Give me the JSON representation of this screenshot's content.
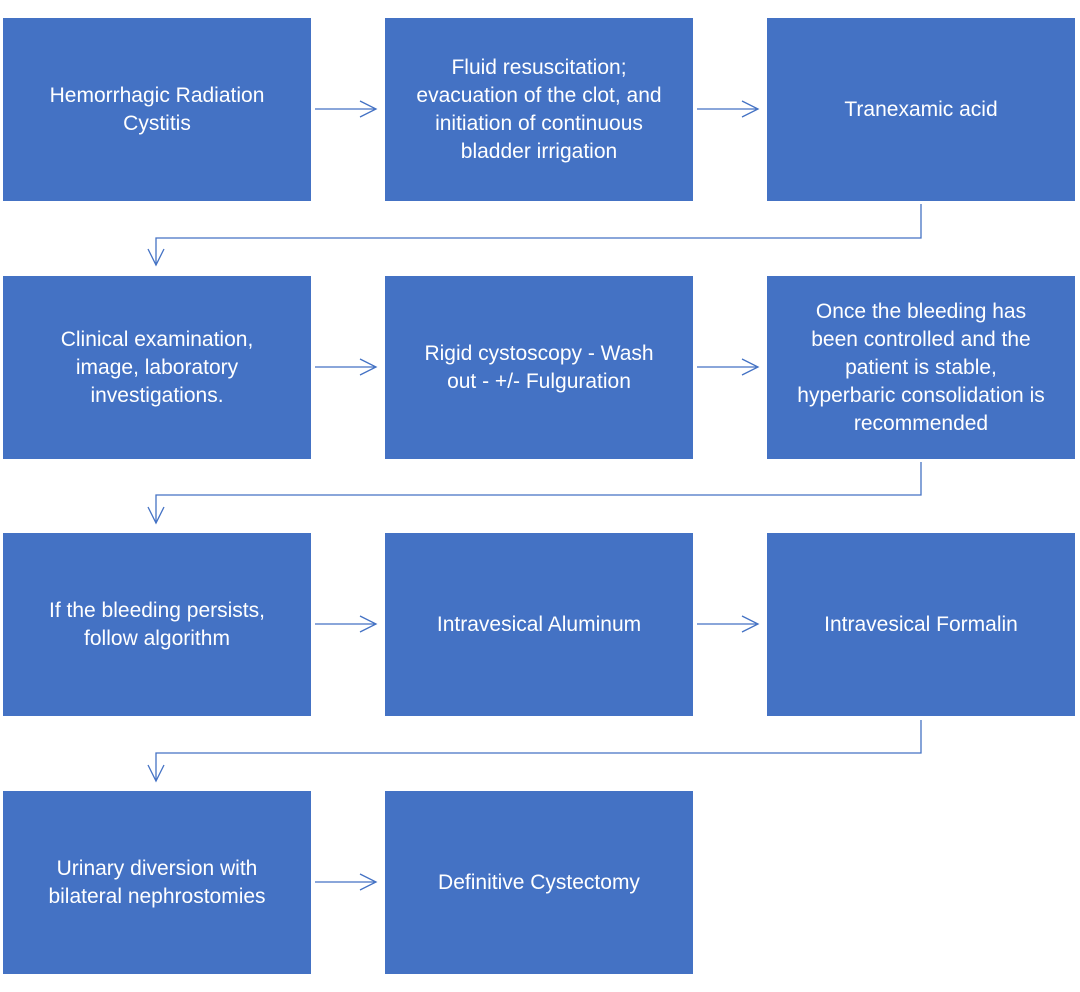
{
  "flowchart": {
    "steps": [
      {
        "id": "hemorrhagic-radiation-cystitis",
        "label": "Hemorrhagic Radiation\nCystitis"
      },
      {
        "id": "fluid-resuscitation",
        "label": "Fluid resuscitation;\nevacuation of the clot, and\ninitiation of continuous\nbladder irrigation"
      },
      {
        "id": "tranexamic-acid",
        "label": "Tranexamic acid"
      },
      {
        "id": "clinical-examination",
        "label": "Clinical examination,\nimage, laboratory\ninvestigations."
      },
      {
        "id": "rigid-cystoscopy",
        "label": "Rigid cystoscopy - Wash\nout - +/- Fulguration"
      },
      {
        "id": "hyperbaric-consolidation",
        "label": "Once the bleeding has\nbeen controlled and the\npatient is stable,\nhyperbaric consolidation is\nrecommended"
      },
      {
        "id": "bleeding-persists",
        "label": "If the bleeding persists,\nfollow algorithm"
      },
      {
        "id": "intravesical-aluminum",
        "label": "Intravesical Aluminum"
      },
      {
        "id": "intravesical-formalin",
        "label": "Intravesical Formalin"
      },
      {
        "id": "urinary-diversion",
        "label": "Urinary diversion with\nbilateral nephrostomies"
      },
      {
        "id": "definitive-cystectomy",
        "label": "Definitive Cystectomy"
      }
    ],
    "colors": {
      "box_fill": "#4472c4",
      "box_text": "#ffffff",
      "connector": "#4472c4"
    }
  }
}
